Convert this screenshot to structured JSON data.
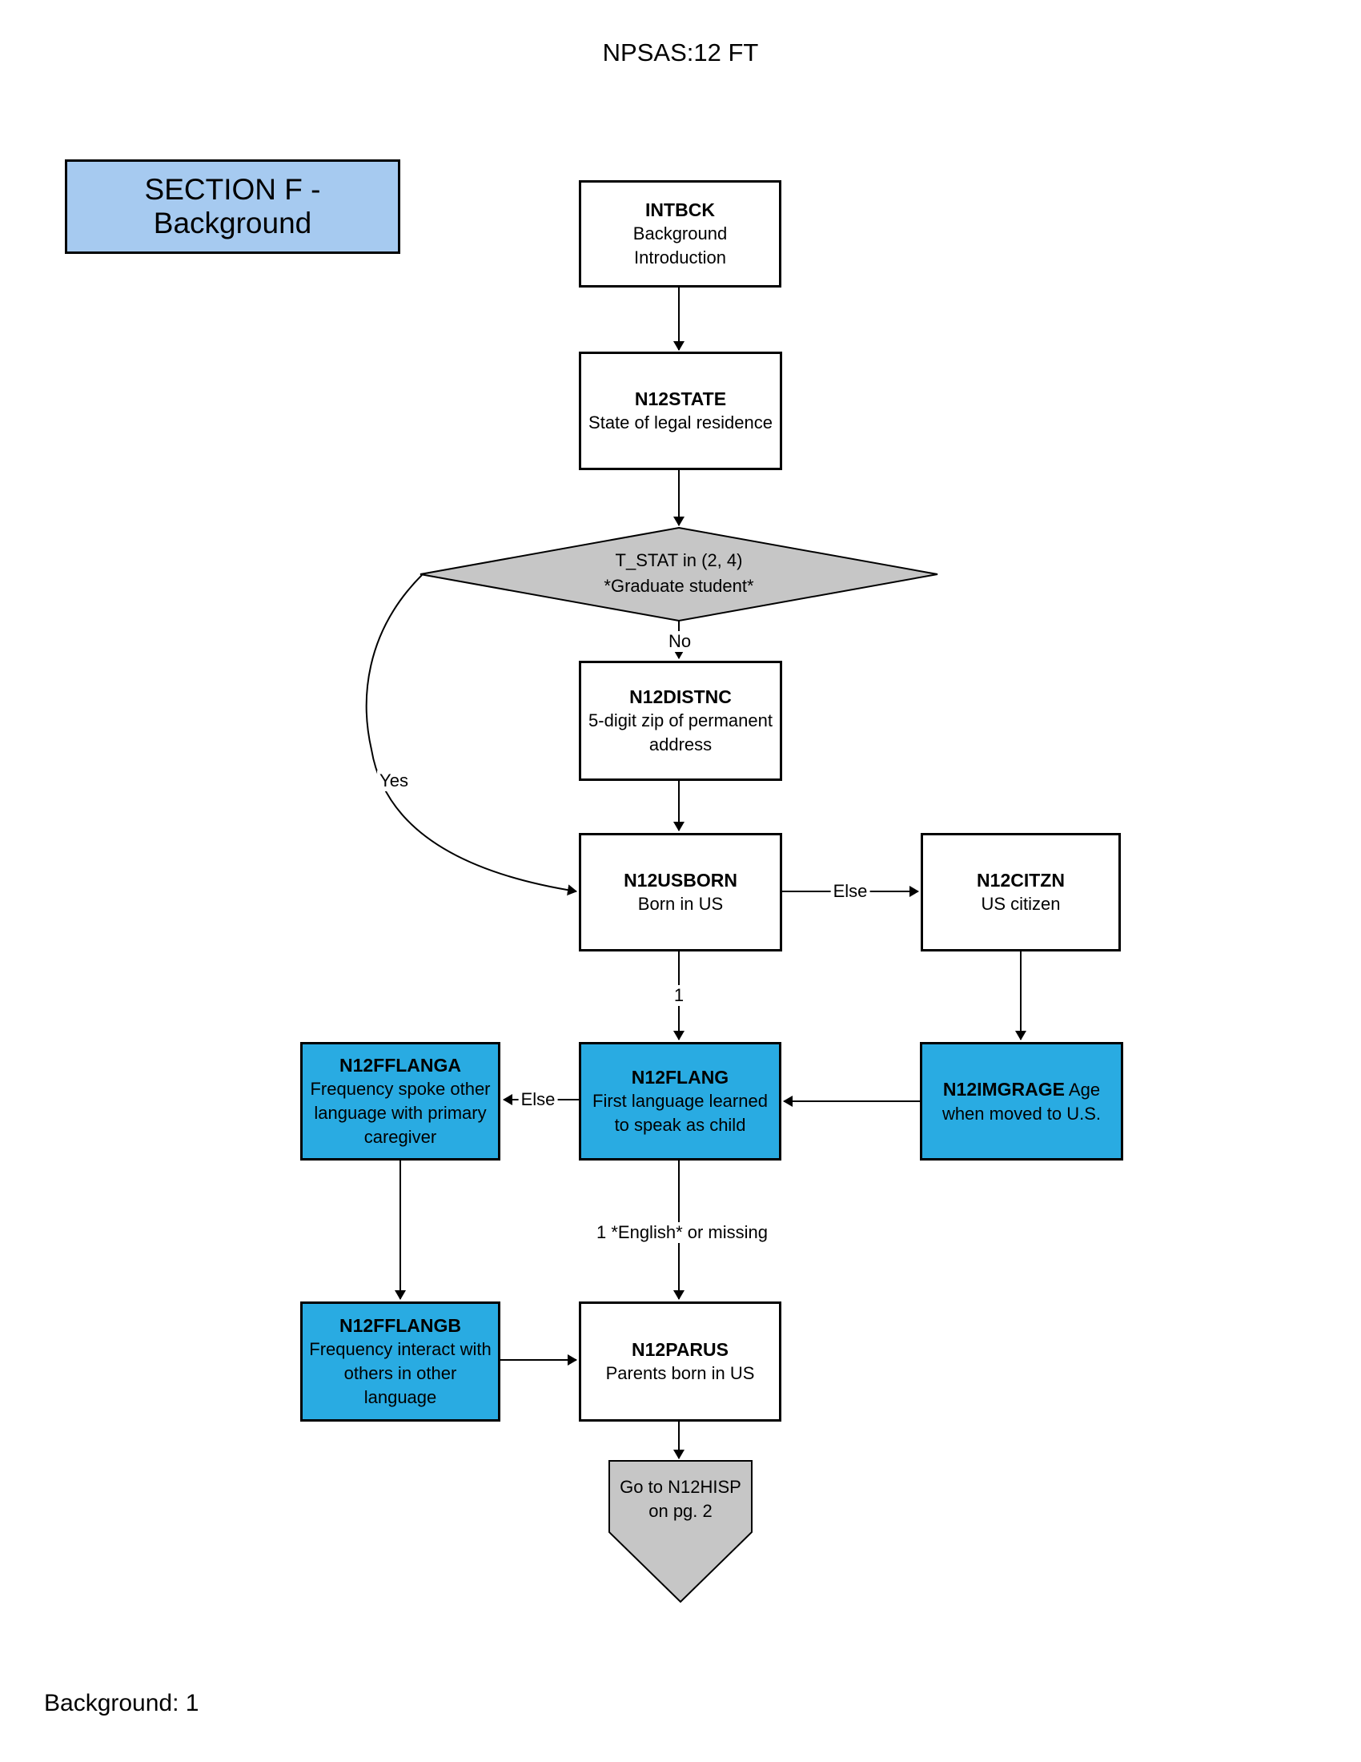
{
  "page": {
    "title": "NPSAS:12 FT",
    "footer": "Background: 1"
  },
  "section_header": {
    "line1": "SECTION F -",
    "line2": "Background"
  },
  "nodes": {
    "intbck": {
      "id": "INTBCK",
      "desc": "Background Introduction"
    },
    "n12state": {
      "id": "N12STATE",
      "desc": "State of legal residence"
    },
    "t_stat": {
      "line1": "T_STAT in (2, 4)",
      "line2": "*Graduate student*"
    },
    "n12distnc": {
      "id": "N12DISTNC",
      "desc": "5-digit zip of permanent address"
    },
    "n12usborn": {
      "id": "N12USBORN",
      "desc": "Born in US"
    },
    "n12citzn": {
      "id": "N12CITZN",
      "desc": "US citizen"
    },
    "n12fflanga": {
      "id": "N12FFLANGA",
      "desc": "Frequency spoke other language with primary caregiver"
    },
    "n12flang": {
      "id": "N12FLANG",
      "desc": "First language learned to speak as child"
    },
    "n12imgrage": {
      "id": "N12IMGRAGE",
      "desc": "Age when moved to U.S."
    },
    "n12fflangb": {
      "id": "N12FFLANGB",
      "desc": "Frequency interact with others in other language"
    },
    "n12parus": {
      "id": "N12PARUS",
      "desc": "Parents born in US"
    },
    "goto_n12hisp": {
      "line1": "Go to N12HISP",
      "line2": "on pg. 2"
    }
  },
  "edge_labels": {
    "no": "No",
    "yes": "Yes",
    "else_to_citzn": "Else",
    "one": "1",
    "else_to_fflanga": "Else",
    "english_or_missing": "1 *English* or missing"
  },
  "colors": {
    "highlight_blue": "#29ABE2",
    "header_blue": "#A6CAF0",
    "decision_gray": "#C6C6C6"
  }
}
